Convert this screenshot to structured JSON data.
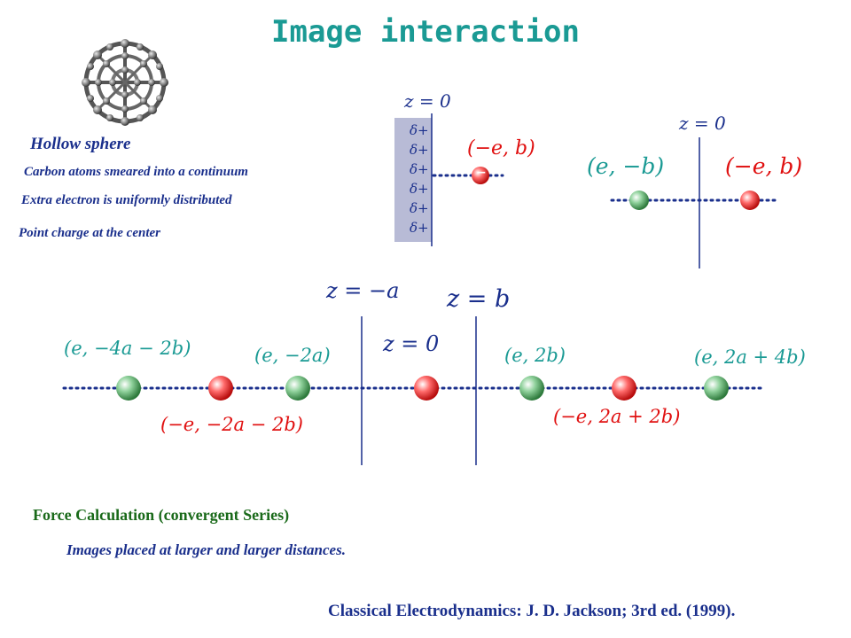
{
  "title": "Image interaction",
  "sphere": {
    "heading": "Hollow sphere",
    "bullets": [
      "Carbon atoms smeared into a continuum",
      "Extra electron is uniformly distributed",
      "Point charge at the center"
    ]
  },
  "wall_diagram": {
    "plane_label": "z = 0",
    "induced_charges": [
      "δ+",
      "δ+",
      "δ+",
      "δ+",
      "δ+",
      "δ+"
    ],
    "charge_label": "(−e, b)",
    "charge_sign": "−"
  },
  "single_image": {
    "plane_label": "z = 0",
    "image_label": "(e, −b)",
    "charge_label": "(−e, b)"
  },
  "series": {
    "plane_a_label": "z = −a",
    "plane_b_label": "z = b",
    "plane_0_label": "z = 0",
    "labels_above": [
      "(e, −4a − 2b)",
      "(e, −2a)",
      "(e, 2b)",
      "(e, 2a + 4b)"
    ],
    "labels_below": [
      "(−e, −2a − 2b)",
      "(−e, 2a + 2b)"
    ]
  },
  "force": {
    "heading": "Force Calculation (convergent Series)",
    "note": "Images placed at larger and larger distances."
  },
  "citation": "Classical Electrodynamics: J. D. Jackson; 3rd ed. (1999).",
  "colors": {
    "accent": "#1a9a94",
    "navy": "#1a2f8c",
    "image_charge_green": "#3f9a55",
    "electron_red": "#e21b1b",
    "conductor_fill": "#b8bbd6"
  }
}
